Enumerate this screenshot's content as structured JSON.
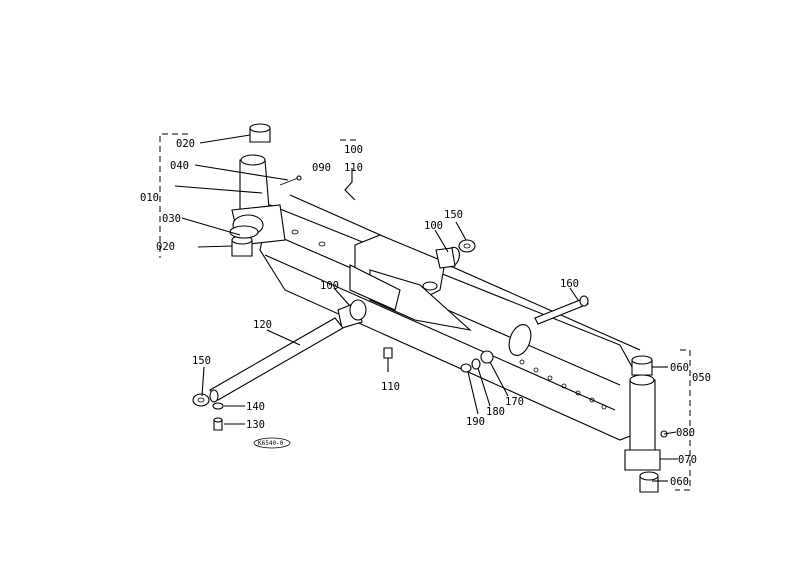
{
  "diagram": {
    "labels": {
      "p010": "010",
      "p020_top": "020",
      "p020_bot": "020",
      "p030": "030",
      "p040": "040",
      "p050": "050",
      "p060_top": "060",
      "p060_bot": "060",
      "p070": "070",
      "p080": "080",
      "p090": "090",
      "p100_ref": "100",
      "p110_ref": "110",
      "p100_a": "100",
      "p100_b": "100",
      "p110_bot": "110",
      "p120": "120",
      "p130": "130",
      "p140": "140",
      "p150_right": "150",
      "p150_left": "150",
      "p160": "160",
      "p170": "170",
      "p180": "180",
      "p190": "190"
    },
    "stamp": "K6540-0"
  }
}
